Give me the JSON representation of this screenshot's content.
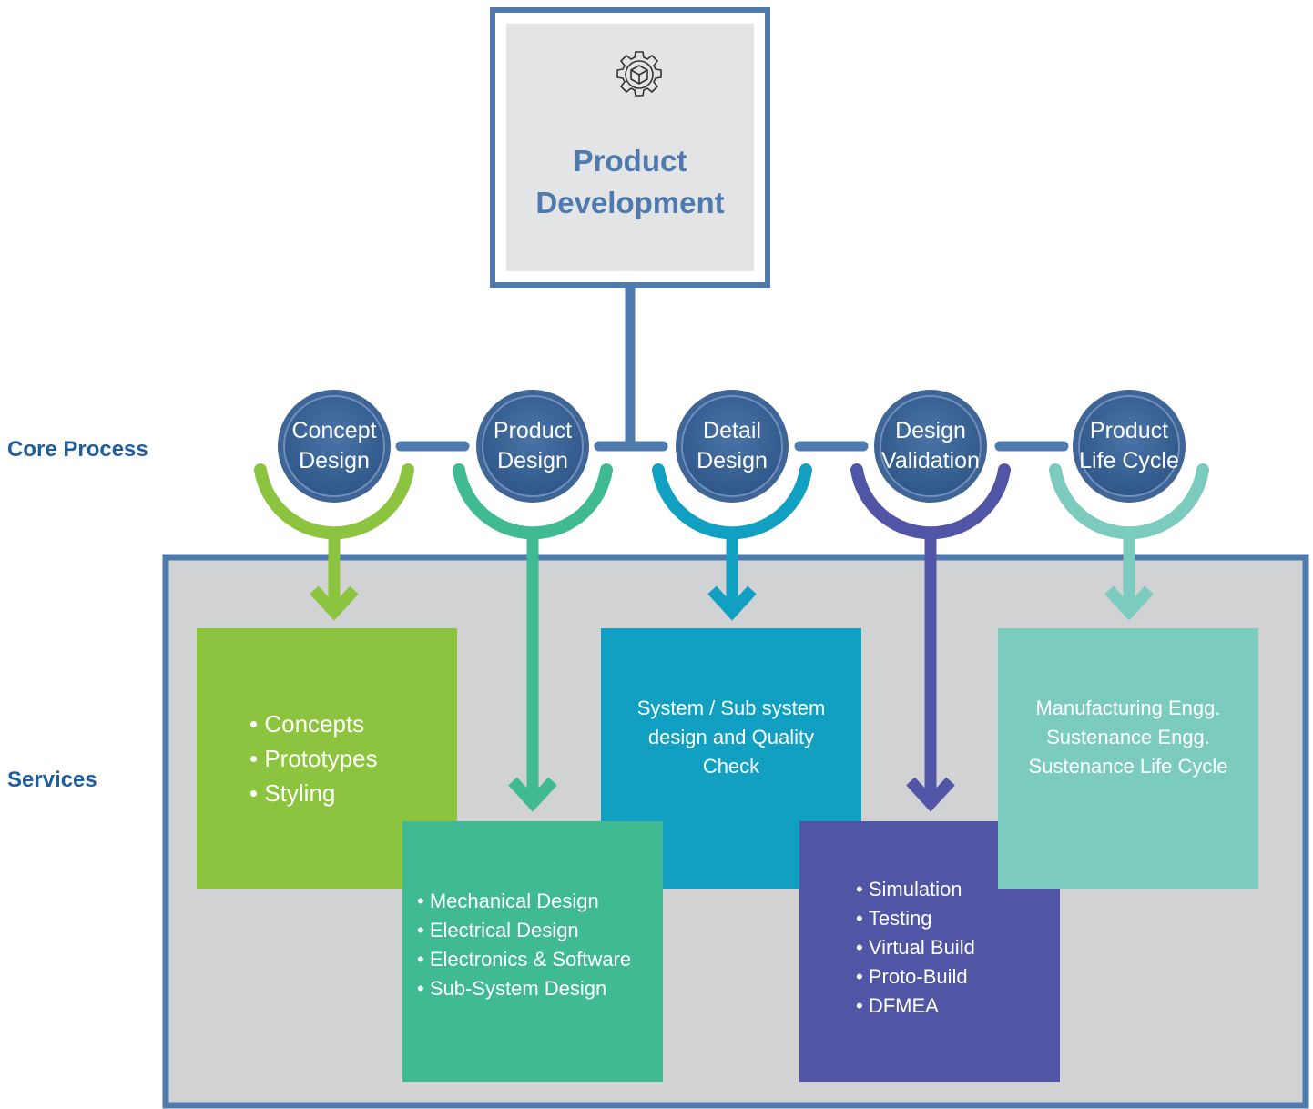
{
  "title": [
    "Product",
    "Development"
  ],
  "labels": {
    "core_process": "Core Process",
    "services": "Services"
  },
  "steps": [
    {
      "line1": "Concept",
      "line2": "Design",
      "color": "#8cc43f"
    },
    {
      "line1": "Product",
      "line2": "Design",
      "color": "#3fba93"
    },
    {
      "line1": "Detail",
      "line2": "Design",
      "color": "#11a0c2"
    },
    {
      "line1": "Design",
      "line2": "Validation",
      "color": "#5155a6"
    },
    {
      "line1": "Product",
      "line2": "Life Cycle",
      "color": "#7bcbbe"
    }
  ],
  "services": {
    "concept": [
      "Concepts",
      "Prototypes",
      "Styling"
    ],
    "product": [
      "Mechanical Design",
      "Electrical Design",
      "Electronics & Software",
      "Sub-System Design"
    ],
    "detail": [
      "System / Sub system",
      "design and Quality",
      "Check"
    ],
    "validation": [
      "Simulation",
      "Testing",
      "Virtual Build",
      "Proto-Build",
      "DFMEA"
    ],
    "lifecycle": [
      "Manufacturing Engg.",
      "Sustenance Engg.",
      "Sustenance Life Cycle"
    ]
  },
  "colors": {
    "frame": "#4f7aad",
    "panel": "#d1d2d4",
    "circle": "#3f6496",
    "label": "#1f5d9b"
  }
}
